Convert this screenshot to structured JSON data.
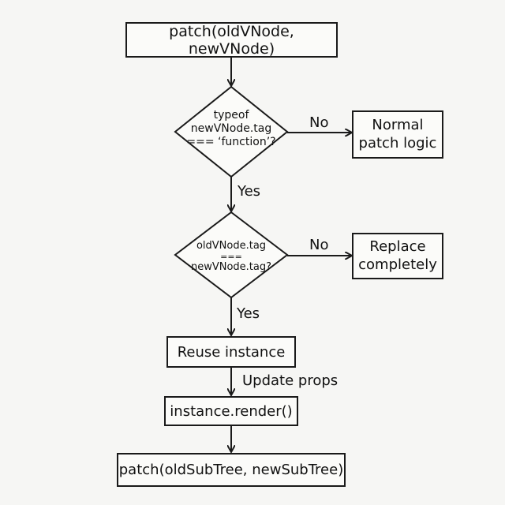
{
  "nodes": {
    "start": {
      "text": "patch(oldVNode, newVNode)"
    },
    "decision1": {
      "lines": [
        "typeof",
        "newVNode.tag",
        "=== ‘function’?"
      ]
    },
    "normal": {
      "lines": [
        "Normal",
        "patch logic"
      ]
    },
    "decision2": {
      "lines": [
        "oldVNode.tag",
        "===",
        "newVNode.tag?"
      ]
    },
    "replace": {
      "lines": [
        "Replace",
        "completely"
      ]
    },
    "reuse": {
      "text": "Reuse instance"
    },
    "render": {
      "text": "instance.render()"
    },
    "subtree": {
      "text": "patch(oldSubTree, newSubTree)"
    }
  },
  "edges": {
    "d1_no": "No",
    "d1_yes": "Yes",
    "d2_no": "No",
    "d2_yes": "Yes",
    "update_props": "Update props"
  },
  "colors": {
    "stroke": "#1a1a1a",
    "background": "#f6f6f4"
  }
}
